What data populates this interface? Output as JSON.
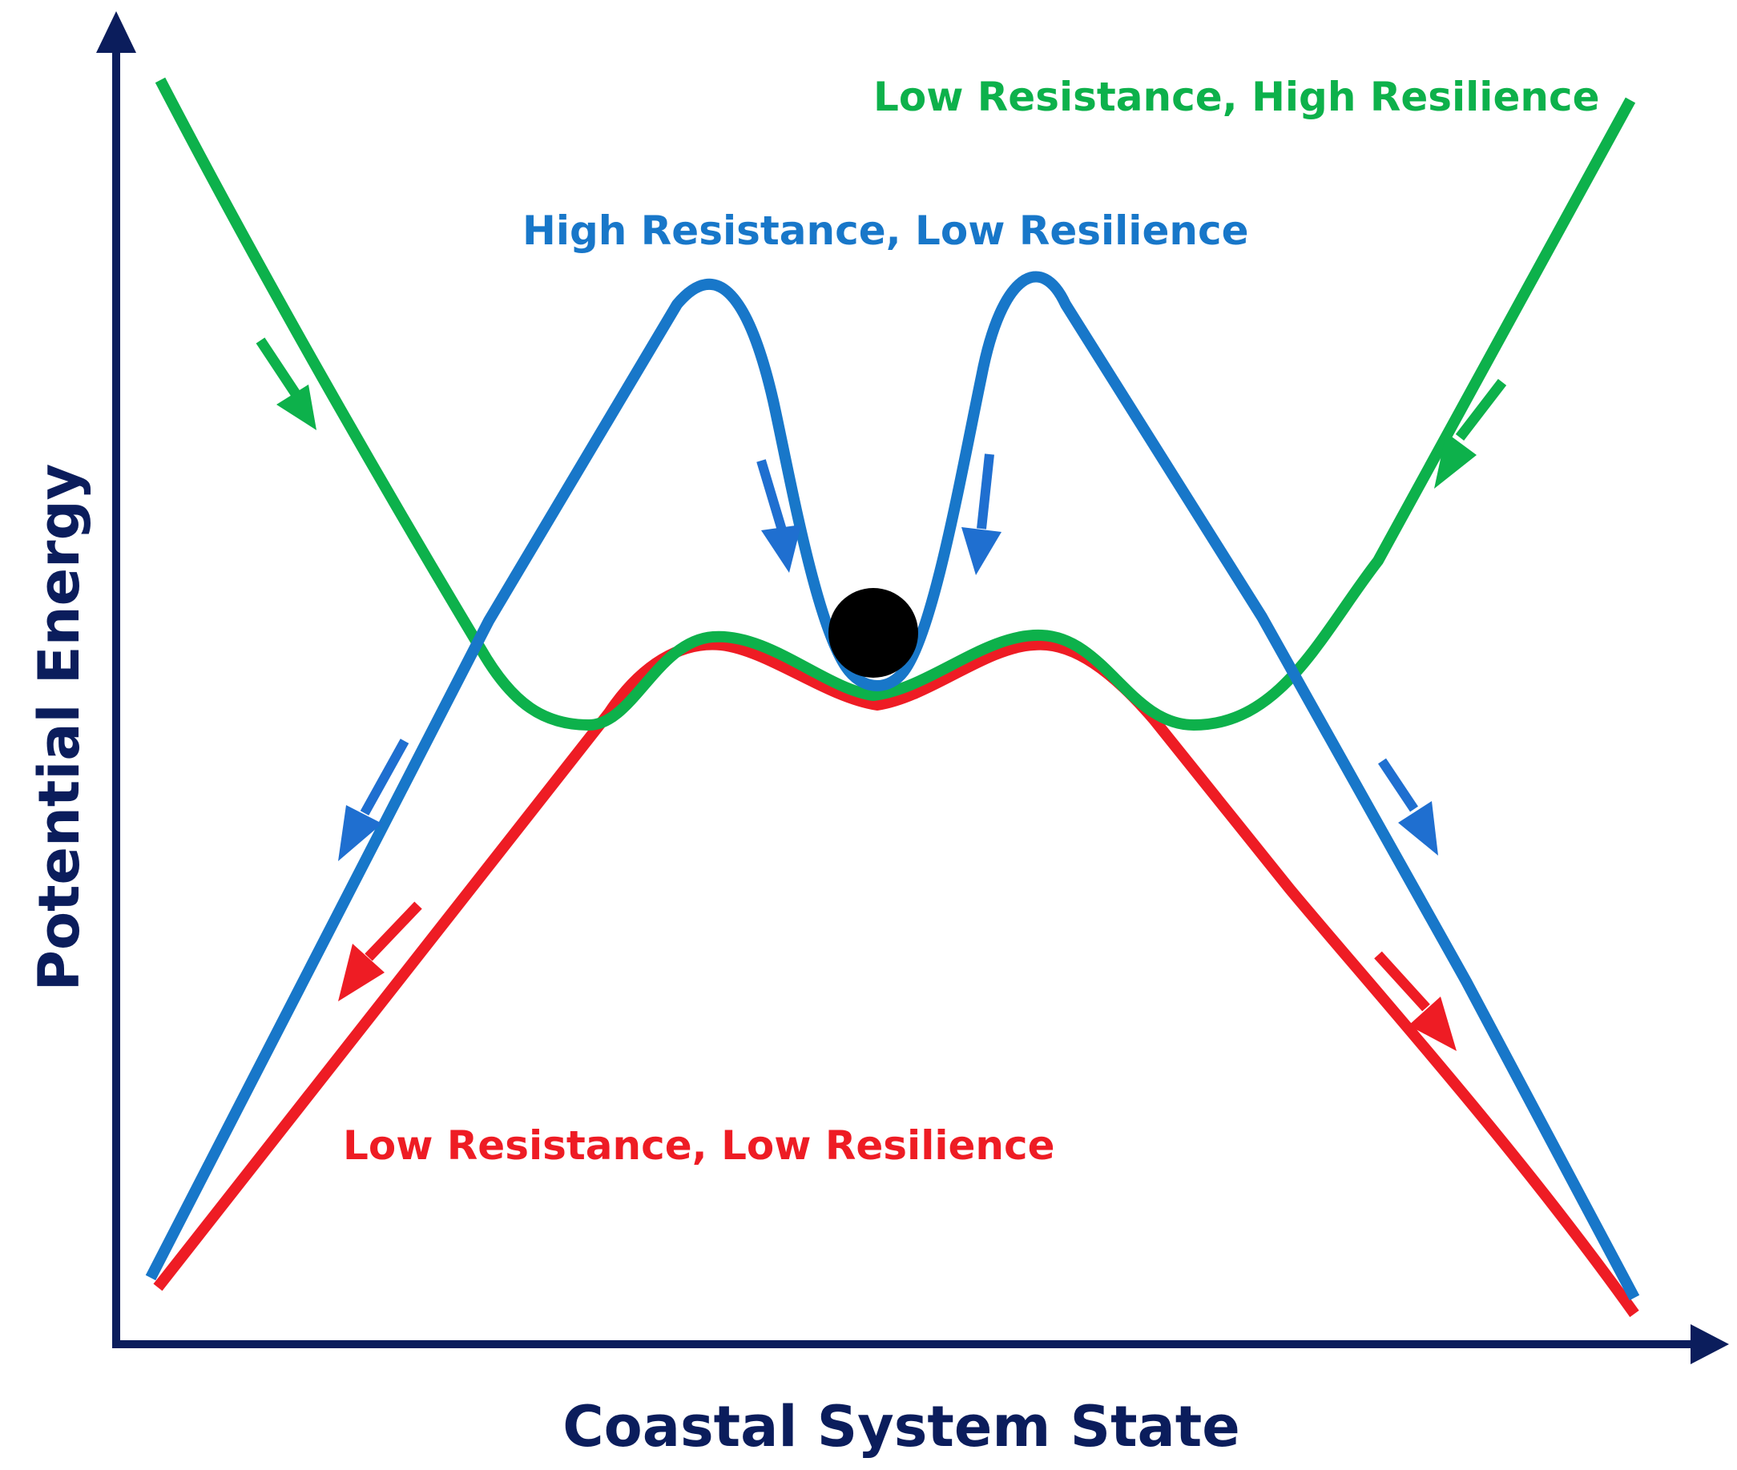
{
  "axes": {
    "x_title": "Coastal System State",
    "y_title": "Potential Energy"
  },
  "curves": {
    "green": {
      "label": "Low Resistance, High Resilience",
      "color": "#0DB14B"
    },
    "blue": {
      "label": "High Resistance, Low Resilience",
      "color": "#1877C9"
    },
    "red": {
      "label": "Low Resistance, Low Resilience",
      "color": "#EE1C24"
    }
  },
  "colors": {
    "axis": "#0B1D5C",
    "ball": "#000000",
    "blue_arrow": "#1F6FD0"
  }
}
